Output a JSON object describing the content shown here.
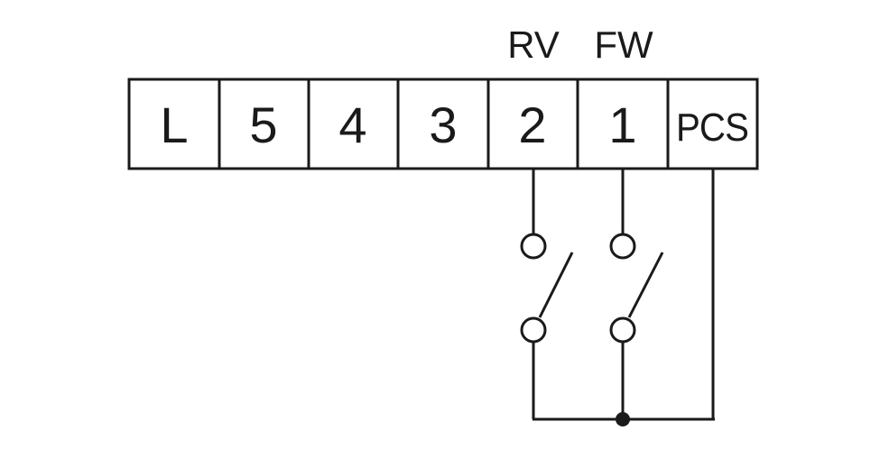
{
  "terminal_block": {
    "terminals": [
      "L",
      "5",
      "4",
      "3",
      "2",
      "1",
      "PCS"
    ]
  },
  "signal_labels": {
    "rv": "RV",
    "fw": "FW"
  }
}
